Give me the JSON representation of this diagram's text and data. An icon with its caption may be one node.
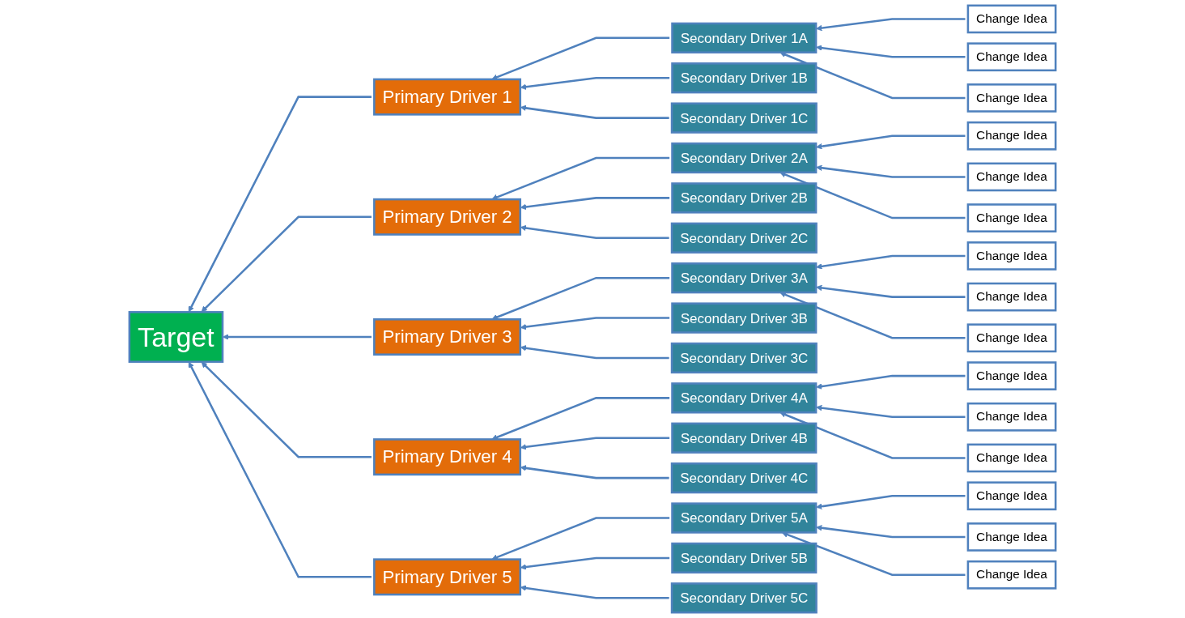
{
  "diagram": {
    "nodes": [
      {
        "text": [
          "Target"
        ]
      },
      {
        "text": [
          "Primary Driver 1"
        ]
      },
      {
        "text": [
          "Secondary Driver 1A"
        ]
      },
      {
        "text": [
          "Secondary Driver 1B"
        ]
      },
      {
        "text": [
          "Secondary Driver 1C"
        ]
      },
      {
        "text": [
          "Change Idea"
        ]
      },
      {
        "text": [
          "Change Idea"
        ]
      },
      {
        "text": [
          "Change Idea"
        ]
      },
      {
        "text": [
          "Primary Driver 2"
        ]
      },
      {
        "text": [
          "Secondary Driver 2A"
        ]
      },
      {
        "text": [
          "Secondary Driver 2B"
        ]
      },
      {
        "text": [
          "Secondary Driver 2C"
        ]
      },
      {
        "text": [
          "Change Idea"
        ]
      },
      {
        "text": [
          "Change Idea"
        ]
      },
      {
        "text": [
          "Change Idea"
        ]
      },
      {
        "text": [
          "Primary Driver 3"
        ]
      },
      {
        "text": [
          "Secondary Driver 3A"
        ]
      },
      {
        "text": [
          "Secondary Driver 3B"
        ]
      },
      {
        "text": [
          "Secondary Driver 3C"
        ]
      },
      {
        "text": [
          "Change Idea"
        ]
      },
      {
        "text": [
          "Change Idea"
        ]
      },
      {
        "text": [
          "Change Idea"
        ]
      },
      {
        "text": [
          "Primary Driver 4"
        ]
      },
      {
        "text": [
          "Secondary Driver 4A"
        ]
      },
      {
        "text": [
          "Secondary Driver 4B"
        ]
      },
      {
        "text": [
          "Secondary Driver 4C"
        ]
      },
      {
        "text": [
          "Change Idea"
        ]
      },
      {
        "text": [
          "Change Idea"
        ]
      },
      {
        "text": [
          "Change Idea"
        ]
      },
      {
        "text": [
          "Primary Driver 5"
        ]
      },
      {
        "text": [
          "Secondary Driver 5A"
        ]
      },
      {
        "text": [
          "Secondary Driver 5B"
        ]
      },
      {
        "text": [
          "Secondary Driver 5C"
        ]
      },
      {
        "text": [
          "Change Idea"
        ]
      },
      {
        "text": [
          "Change Idea"
        ]
      },
      {
        "text": [
          "Change Idea"
        ]
      }
    ],
    "edges": [
      {
        "from": 1,
        "to": 0,
        "arrow": "to"
      },
      {
        "from": 8,
        "to": 0,
        "arrow": "to"
      },
      {
        "from": 15,
        "to": 0,
        "arrow": "to"
      },
      {
        "from": 22,
        "to": 0,
        "arrow": "to"
      },
      {
        "from": 29,
        "to": 0,
        "arrow": "to"
      },
      {
        "from": 2,
        "to": 1,
        "arrow": "to"
      },
      {
        "from": 3,
        "to": 1,
        "arrow": "to"
      },
      {
        "from": 4,
        "to": 1,
        "arrow": "to"
      },
      {
        "from": 5,
        "to": 2,
        "arrow": "to"
      },
      {
        "from": 6,
        "to": 2,
        "arrow": "to"
      },
      {
        "from": 7,
        "to": 2,
        "arrow": "to"
      },
      {
        "from": 9,
        "to": 8,
        "arrow": "to"
      },
      {
        "from": 10,
        "to": 8,
        "arrow": "to"
      },
      {
        "from": 11,
        "to": 8,
        "arrow": "to"
      },
      {
        "from": 12,
        "to": 9,
        "arrow": "to"
      },
      {
        "from": 13,
        "to": 9,
        "arrow": "to"
      },
      {
        "from": 14,
        "to": 9,
        "arrow": "to"
      },
      {
        "from": 16,
        "to": 15,
        "arrow": "to"
      },
      {
        "from": 17,
        "to": 15,
        "arrow": "to"
      },
      {
        "from": 18,
        "to": 15,
        "arrow": "to"
      },
      {
        "from": 19,
        "to": 16,
        "arrow": "to"
      },
      {
        "from": 20,
        "to": 16,
        "arrow": "to"
      },
      {
        "from": 21,
        "to": 16,
        "arrow": "to"
      },
      {
        "from": 23,
        "to": 22,
        "arrow": "to"
      },
      {
        "from": 24,
        "to": 22,
        "arrow": "to"
      },
      {
        "from": 25,
        "to": 22,
        "arrow": "to"
      },
      {
        "from": 26,
        "to": 23,
        "arrow": "to"
      },
      {
        "from": 27,
        "to": 23,
        "arrow": "to"
      },
      {
        "from": 28,
        "to": 23,
        "arrow": "to"
      },
      {
        "from": 30,
        "to": 29,
        "arrow": "to"
      },
      {
        "from": 31,
        "to": 29,
        "arrow": "to"
      },
      {
        "from": 32,
        "to": 29,
        "arrow": "to"
      },
      {
        "from": 33,
        "to": 30,
        "arrow": "to"
      },
      {
        "from": 34,
        "to": 30,
        "arrow": "to"
      },
      {
        "from": 35,
        "to": 30,
        "arrow": "to"
      }
    ]
  }
}
